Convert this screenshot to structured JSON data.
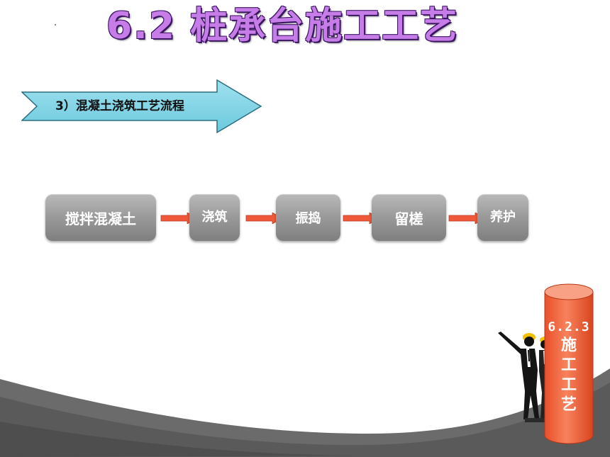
{
  "slide": {
    "title": "6.2  桩承台施工工艺",
    "banner": {
      "label": "3）混凝土浇筑工艺流程"
    },
    "steps": [
      {
        "label": "搅拌混凝土"
      },
      {
        "label": "浇筑"
      },
      {
        "label": "振捣"
      },
      {
        "label": "留槎"
      },
      {
        "label": "养护"
      }
    ],
    "side_tag": {
      "number": "6.2.3",
      "chars": [
        "施",
        "工",
        "工",
        "艺"
      ]
    }
  },
  "colors": {
    "title": "#c77de8",
    "banner_fill": "#7dd4e6",
    "step_fill": "#9c9c9c",
    "arrow": "#f0583a",
    "cylinder": "#f2643c",
    "swoosh": "#6b6b6b"
  },
  "icons": [
    "flow-arrow-icon",
    "people-silhouette-icon"
  ]
}
